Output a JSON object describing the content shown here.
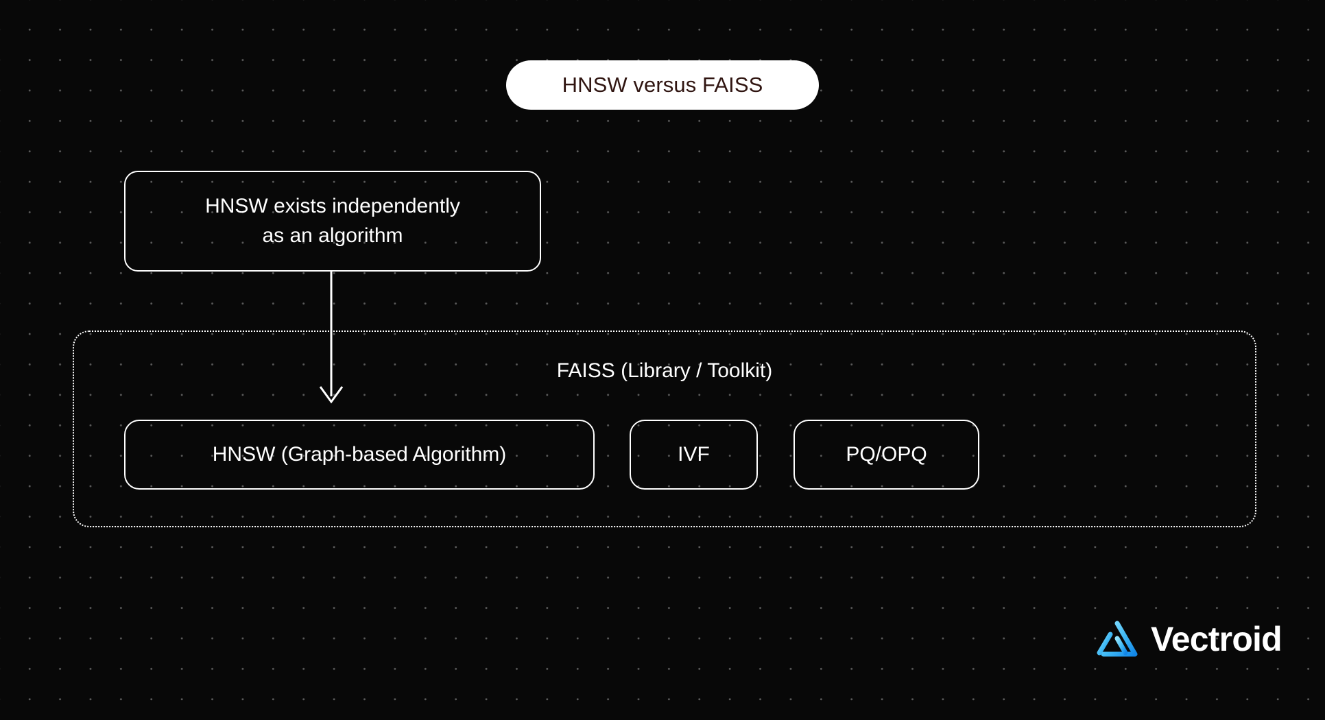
{
  "page": {
    "background_color": "#080808",
    "dot_color": "#5a5a5a"
  },
  "title": {
    "label": "HNSW versus FAISS",
    "pill_background": "#ffffff",
    "text_color": "#301511"
  },
  "diagram": {
    "standalone_node": {
      "label": "HNSW exists independently\nas an algorithm",
      "border_color": "#ffffff",
      "text_color": "#ffffff"
    },
    "arrow": {
      "name": "arrow-down",
      "color": "#ffffff",
      "direction": "down"
    },
    "container": {
      "label": "FAISS (Library / Toolkit)",
      "border_style": "dotted",
      "border_color": "#ffffff",
      "children": [
        {
          "label": "HNSW (Graph-based Algorithm)"
        },
        {
          "label": "IVF"
        },
        {
          "label": "PQ/OPQ"
        }
      ]
    }
  },
  "footer": {
    "brand": "Vectroid",
    "logo_icon": "vectroid-triangle-icon",
    "logo_gradient_from": "#7ddcff",
    "logo_gradient_to": "#1d9bf0",
    "brand_text_color": "#ffffff"
  }
}
